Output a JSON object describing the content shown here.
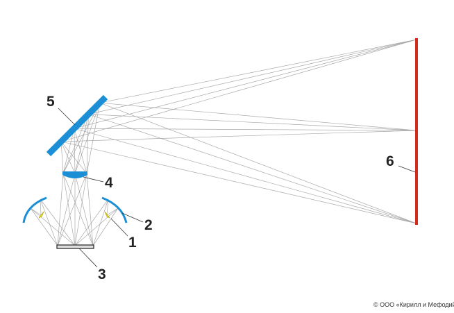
{
  "labels": {
    "lamp": "1",
    "reflector": "2",
    "slide": "3",
    "lens": "4",
    "mirror": "5",
    "screen": "6"
  },
  "copyright": "© ООО «Кирилл и Мефодий»",
  "colors": {
    "mirror": "#1a8fd6",
    "screen": "#d42a1e",
    "lamp": "#f2e21a",
    "ray": "#a8a8a8"
  }
}
